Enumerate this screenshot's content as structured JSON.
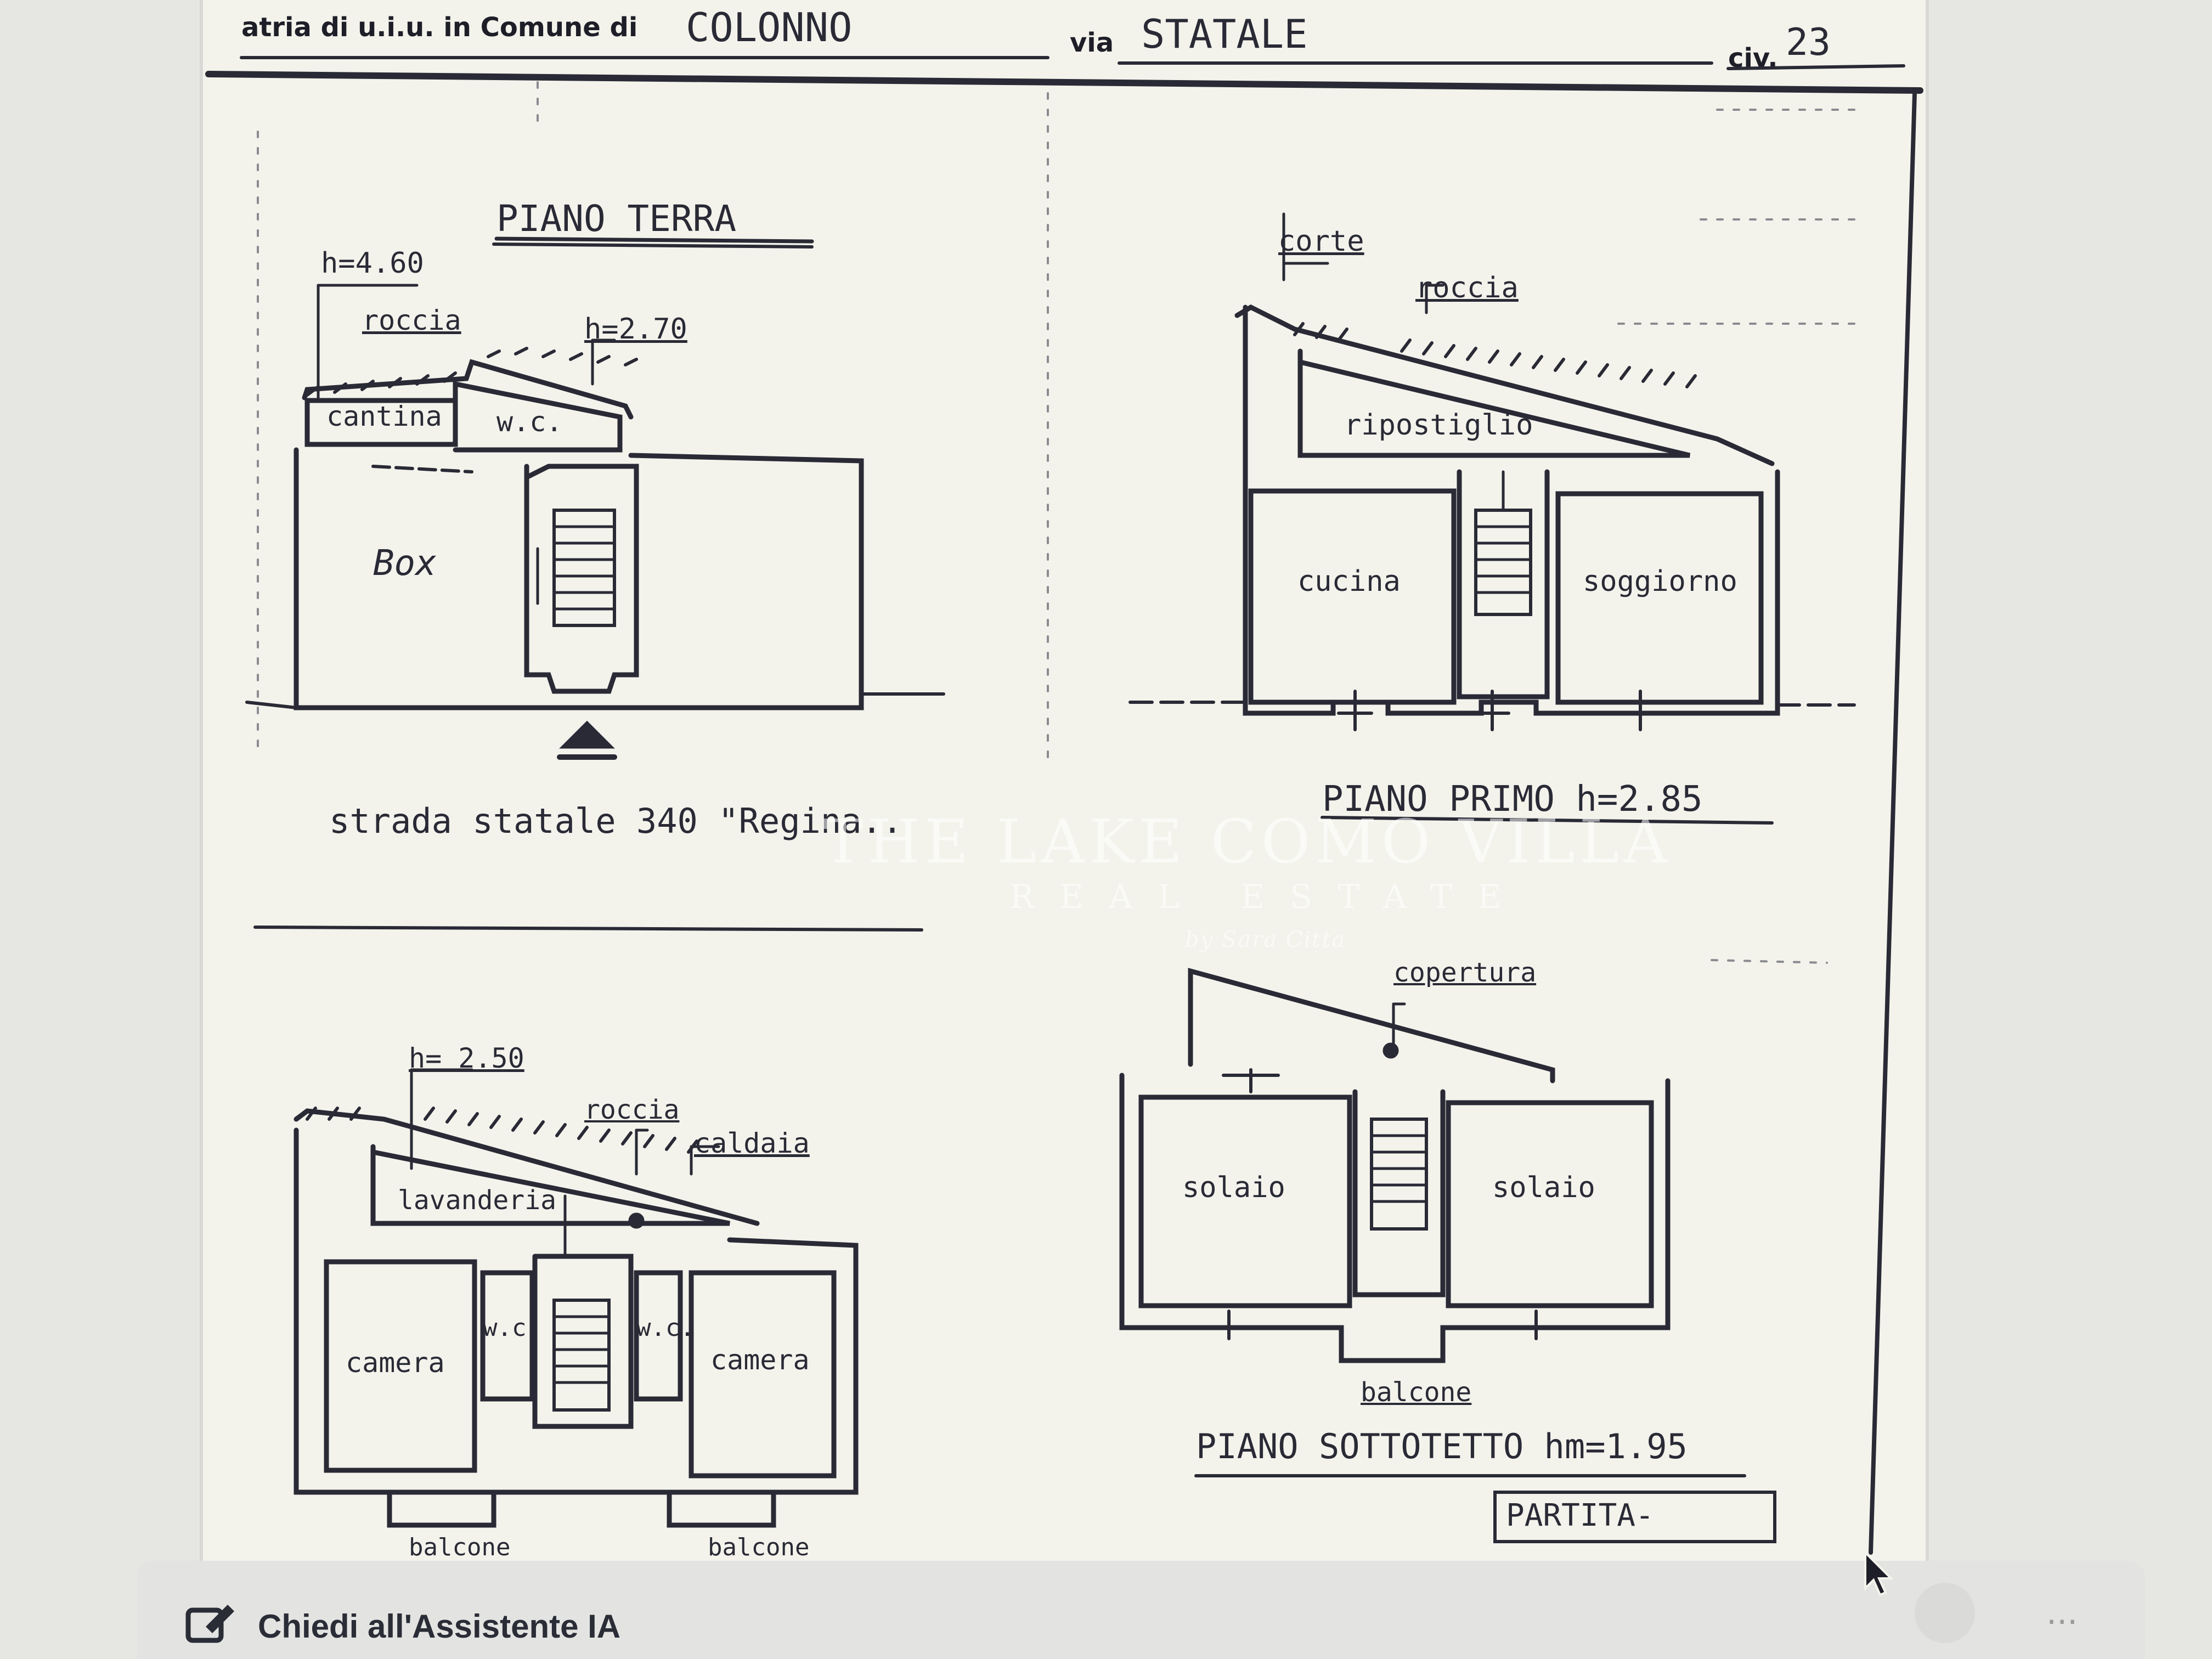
{
  "header": {
    "prefix": "atria di u.i.u. in Comune di",
    "comune": "COLONNO",
    "via_label": "via",
    "via": "STATALE",
    "civ_label": "civ.",
    "civ": "23"
  },
  "piano_terra": {
    "title": "PIANO  TERRA",
    "h_cantina": "h=4.60",
    "roccia": "roccia",
    "h_wc": "h=2.70",
    "cantina": "cantina",
    "wc": "w.c.",
    "box": "Box",
    "strada": "strada  statale 340 \"Regina.."
  },
  "piano_primo": {
    "title": "PIANO  PRIMO  h=2.85",
    "corte": "corte",
    "roccia": "roccia",
    "ripostiglio": "ripostiglio",
    "cucina": "cucina",
    "soggiorno": "soggiorno"
  },
  "piano_secondo": {
    "h": "h= 2.50",
    "roccia": "roccia",
    "caldaia": "caldaia",
    "lavanderia": "lavanderia",
    "camera_left": "camera",
    "wc_left": "w.c.",
    "wc_right": "w.c.",
    "camera_right": "camera",
    "balcone_left": "balcone",
    "balcone_right": "balcone"
  },
  "piano_sottotetto": {
    "copertura": "copertura",
    "solaio_left": "solaio",
    "solaio_right": "solaio",
    "balcone": "balcone",
    "title": "PIANO  SOTTOTETTO  hm=1.95",
    "partita": "PARTITA-"
  },
  "watermark": {
    "line1": "THE LAKE COMO VILLA",
    "line2": "REAL  ESTATE",
    "line3": "by Sara Citta"
  },
  "assistant": {
    "label": "Chiedi all'Assistente IA",
    "icon": "ai-edit-icon",
    "more": "..."
  },
  "colors": {
    "paper": "#f3f3ec",
    "ink": "#2a2a36",
    "background": "#e6e7e3"
  }
}
